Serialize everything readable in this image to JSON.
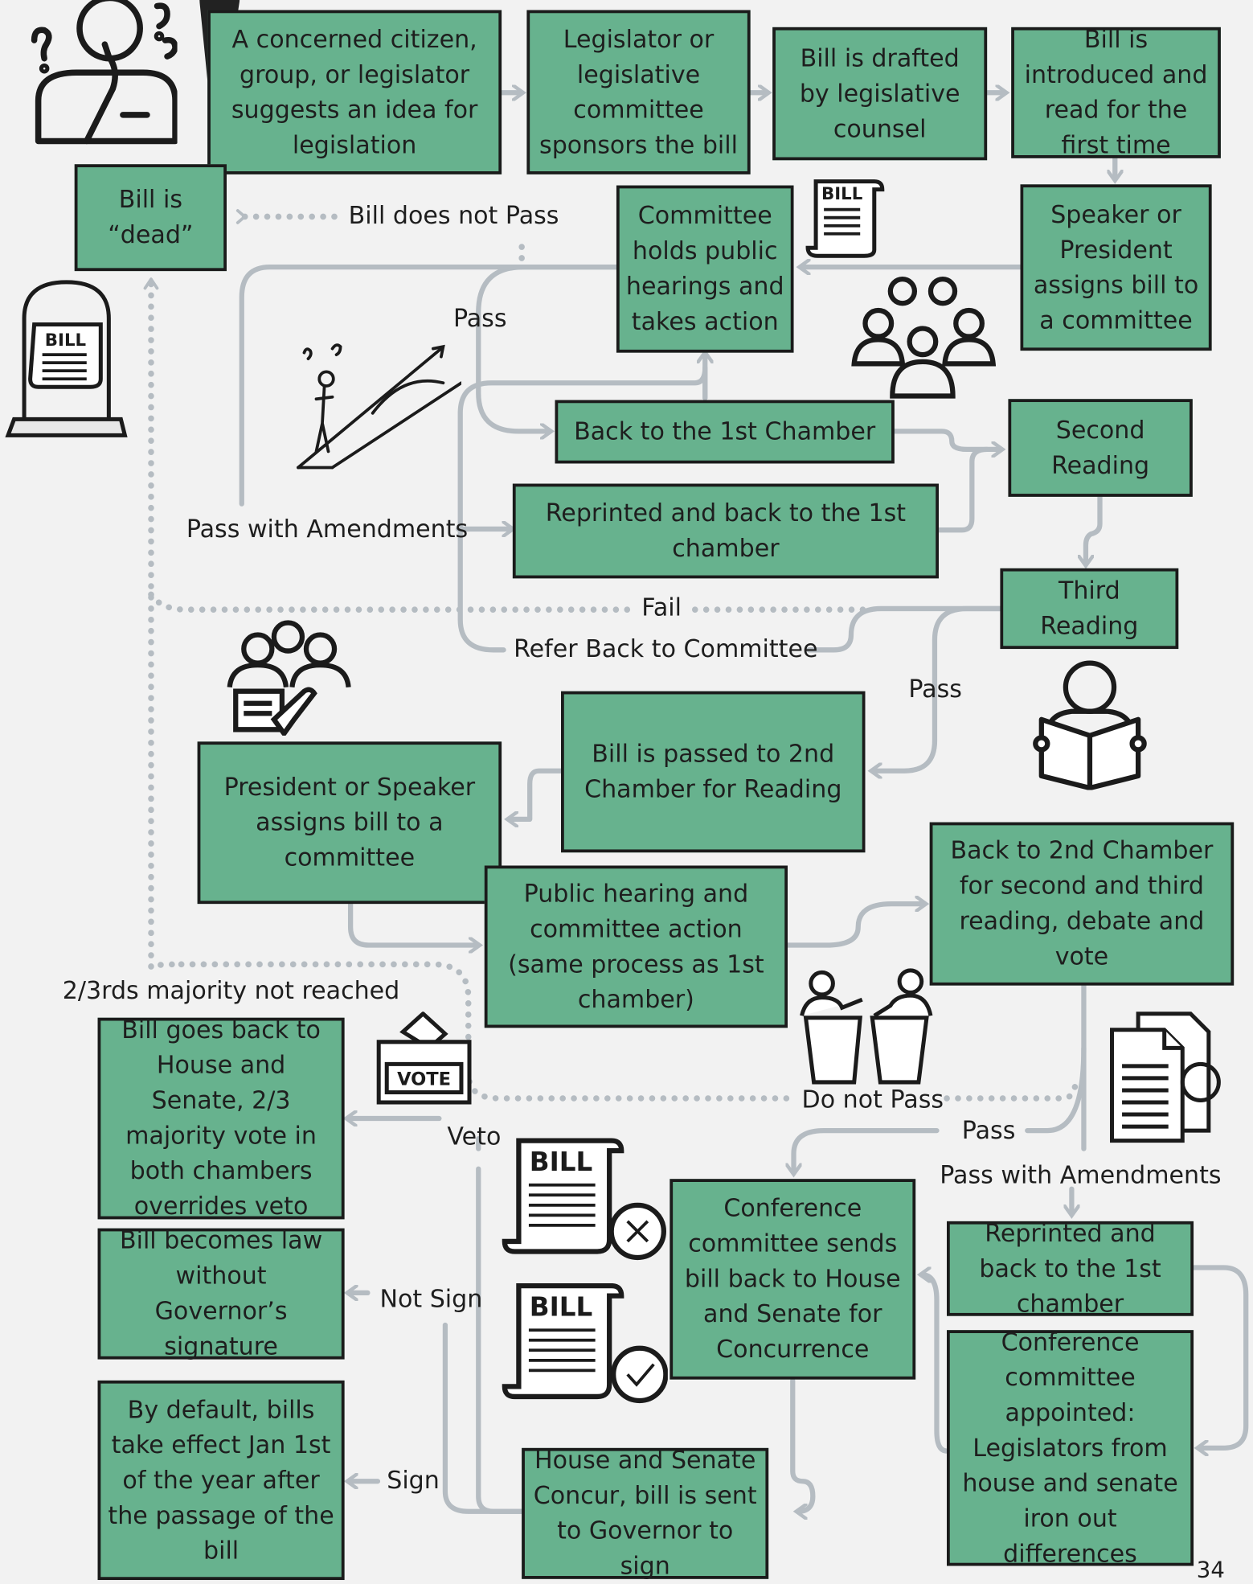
{
  "colors": {
    "box_fill": "#67b28e",
    "box_border": "#1b1b1b",
    "connector": "#b5bcc2",
    "background": "#f2f2f2"
  },
  "boxes": {
    "idea": "A concerned citizen, group, or legislator suggests an idea for legislation",
    "sponsor": "Legislator or legislative committee sponsors the bill",
    "drafted": "Bill is drafted by legislative counsel",
    "introduced": "Bill is introduced and read for the first time",
    "dead": "Bill is “dead”",
    "committee_hearings": "Committee holds public hearings and takes action",
    "speaker_assigns": "Speaker or President assigns bill to a committee",
    "back_first_chamber": "Back to the 1st Chamber",
    "second_reading": "Second Reading",
    "reprinted_first": "Reprinted and back to the 1st chamber",
    "third_reading": "Third Reading",
    "passed_second_chamber": "Bill is passed to 2nd Chamber for Reading",
    "president_assigns": "President or Speaker assigns bill to a committee",
    "public_hearing_second": "Public hearing and committee action (same process as 1st chamber)",
    "back_second_chamber": "Back to 2nd Chamber for second and third reading, debate and vote",
    "veto_override": "Bill goes back to House and Senate, 2/3 majority vote in both chambers overrides veto",
    "law_without_signature": "Bill becomes law without Governor’s signature",
    "default_effect": "By default, bills take effect Jan 1st of the year after the passage of the bill",
    "conference_sends": "Conference committee sends bill back to House and Senate for Concurrence",
    "reprinted_back": "Reprinted and back to the 1st chamber",
    "conference_appointed": "Conference committee appointed: Legislators from house and senate iron out differences",
    "concur_governor": "House and Senate Concur, bill is sent to Governor to sign"
  },
  "labels": {
    "does_not_pass": "Bill does not Pass",
    "pass_1": "Pass",
    "pass_amend_1": "Pass with Amendments",
    "fail": "Fail",
    "refer_back": "Refer Back to Committee",
    "pass_2": "Pass",
    "two_thirds": "2/3rds majority not reached",
    "veto": "Veto",
    "do_not_pass": "Do not Pass",
    "pass_3": "Pass",
    "pass_amend_2": "Pass with Amendments",
    "not_sign": "Not Sign",
    "sign": "Sign"
  },
  "icons": {
    "bill_scroll_text": "BILL",
    "vote_box_text": "VOTE",
    "names": [
      "thinking-person-icon",
      "bill-scroll-icon",
      "tombstone-bill-icon",
      "group-people-icon",
      "confused-paths-icon",
      "voting-people-icon",
      "reading-person-icon",
      "ballot-box-icon",
      "debate-podium-icon",
      "documents-icon",
      "bill-rejected-icon",
      "bill-approved-icon"
    ]
  },
  "page_number": "34"
}
